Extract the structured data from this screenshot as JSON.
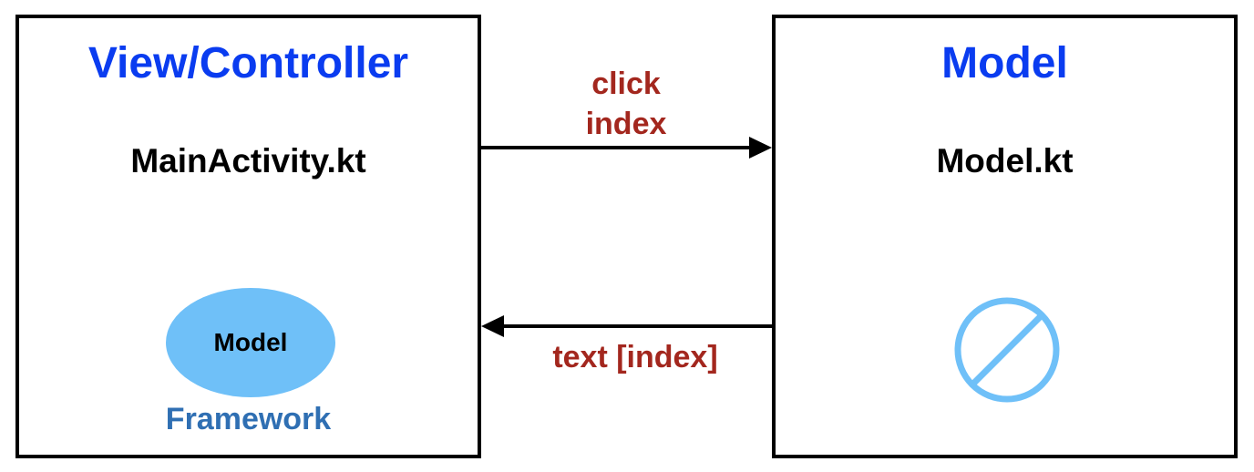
{
  "colors": {
    "title_blue": "#0a3cf0",
    "label_red": "#a3271e",
    "framework_blue": "#2f6fb3",
    "ellipse_fill": "#6fc0f8",
    "icon_stroke": "#6fc0f8",
    "border": "#000000"
  },
  "left_box": {
    "title": "View/Controller",
    "file": "MainActivity.kt",
    "ellipse_label": "Model",
    "framework_label": "Framework"
  },
  "right_box": {
    "title": "Model",
    "file": "Model.kt",
    "icon": "no-symbol-icon"
  },
  "arrows": {
    "to_model": {
      "direction": "right",
      "label_lines": [
        "click",
        "index"
      ]
    },
    "to_view": {
      "direction": "left",
      "label": "text [index]"
    }
  }
}
